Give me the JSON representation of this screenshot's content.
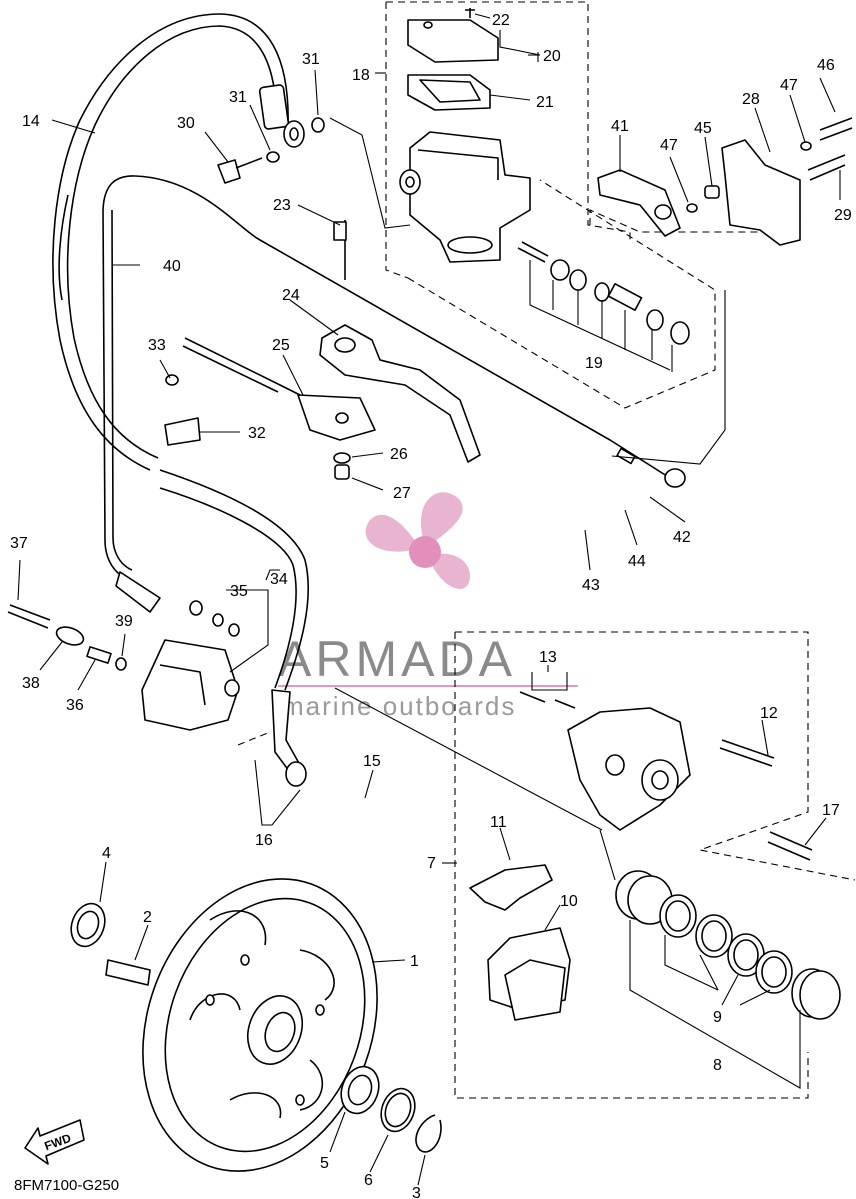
{
  "diagram": {
    "code": "8FM7100-G250",
    "fwd_label": "FWD",
    "colors": {
      "lines": "#000000",
      "watermark_pink": "#e29bbf",
      "watermark_gray": "#8a8a8a"
    }
  },
  "watermark": {
    "brand": "ARMADA",
    "tagline": "marine outboards"
  },
  "callouts": {
    "c1": "1",
    "c2": "2",
    "c3": "3",
    "c4": "4",
    "c5": "5",
    "c6": "6",
    "c7": "7",
    "c8": "8",
    "c9": "9",
    "c10": "10",
    "c11": "11",
    "c12": "12",
    "c13": "13",
    "c14": "14",
    "c15": "15",
    "c16": "16",
    "c17": "17",
    "c18": "18",
    "c19": "19",
    "c20": "20",
    "c21": "21",
    "c22": "22",
    "c23": "23",
    "c24": "24",
    "c25": "25",
    "c26": "26",
    "c27": "27",
    "c28": "28",
    "c29": "29",
    "c30": "30",
    "c31a": "31",
    "c31b": "31",
    "c32": "32",
    "c33": "33",
    "c34": "34",
    "c35": "35",
    "c36": "36",
    "c37": "37",
    "c38": "38",
    "c39": "39",
    "c40": "40",
    "c41": "41",
    "c42": "42",
    "c43": "43",
    "c44": "44",
    "c45": "45",
    "c46": "46",
    "c47a": "47",
    "c47b": "47"
  }
}
